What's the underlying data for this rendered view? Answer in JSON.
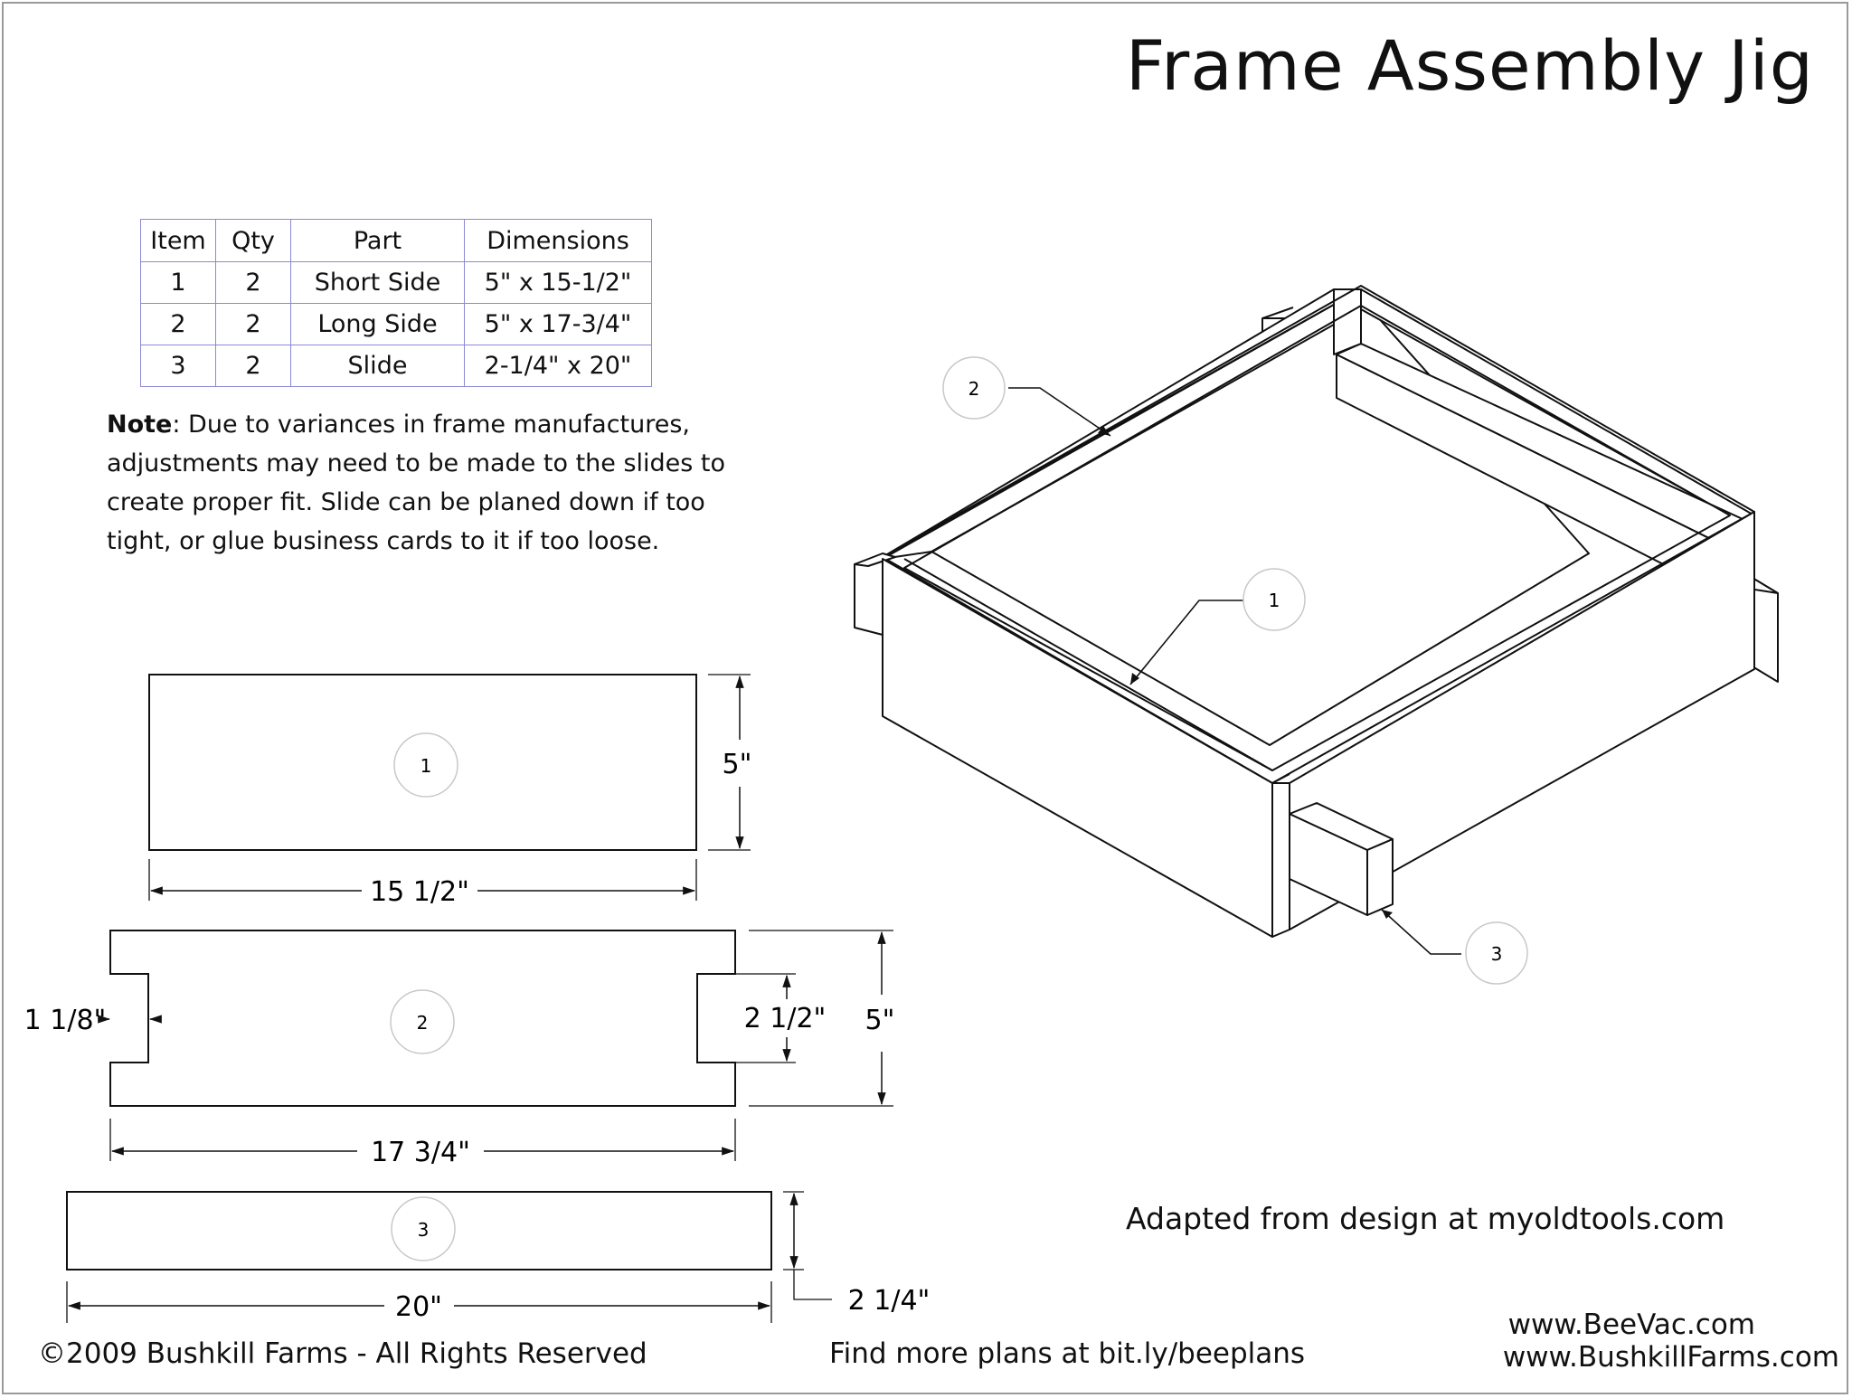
{
  "title": "Frame Assembly Jig",
  "parts_table": {
    "headers": [
      "Item",
      "Qty",
      "Part",
      "Dimensions"
    ],
    "rows": [
      [
        "1",
        "2",
        "Short Side",
        "5\" x 15-1/2\""
      ],
      [
        "2",
        "2",
        "Long Side",
        "5\" x 17-3/4\""
      ],
      [
        "3",
        "2",
        "Slide",
        "2-1/4\" x 20\""
      ]
    ]
  },
  "note": {
    "label": "Note",
    "text": ": Due to variances in frame manufactures, adjustments may need to be made to the slides to create proper fit.  Slide can be planed down if too tight, or glue business cards to it if too loose."
  },
  "callouts": {
    "iso_item_1": "1",
    "iso_item_2": "2",
    "iso_item_3": "3",
    "part_1": "1",
    "part_2": "2",
    "part_3": "3"
  },
  "dimensions": {
    "part1_height": "5\"",
    "part1_width": "15 1/2\"",
    "part2_notch_depth": "1 1/8\"",
    "part2_notch_height": "2 1/2\"",
    "part2_height": "5\"",
    "part2_width": "17 3/4\"",
    "part3_width": "20\"",
    "part3_height": "2 1/4\""
  },
  "credit": "Adapted from design at myoldtools.com",
  "footer": {
    "copyright": "©2009 Bushkill Farms - All Rights Reserved",
    "more_plans": "Find more plans at bit.ly/beeplans",
    "site_1": "www.BeeVac.com",
    "site_2": "www.BushkillFarms.com"
  }
}
